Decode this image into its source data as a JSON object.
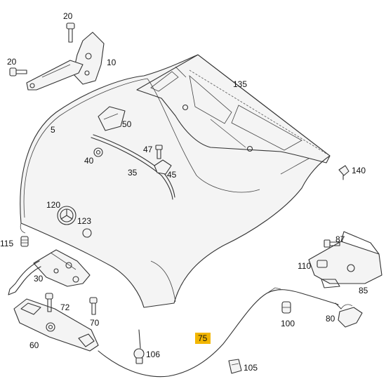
{
  "highlight_color": "#f2b600",
  "labels": {
    "p20a": "20",
    "p20b": "20",
    "p10": "10",
    "p135": "135",
    "p5": "5",
    "p50": "50",
    "p47": "47",
    "p40": "40",
    "p35": "35",
    "p45": "45",
    "p140": "140",
    "p120": "120",
    "p123": "123",
    "p87": "87",
    "p115": "115",
    "p110": "110",
    "p30": "30",
    "p85": "85",
    "p72": "72",
    "p100": "100",
    "p80": "80",
    "p70": "70",
    "p75": "75",
    "p60": "60",
    "p106": "106",
    "p105": "105"
  }
}
